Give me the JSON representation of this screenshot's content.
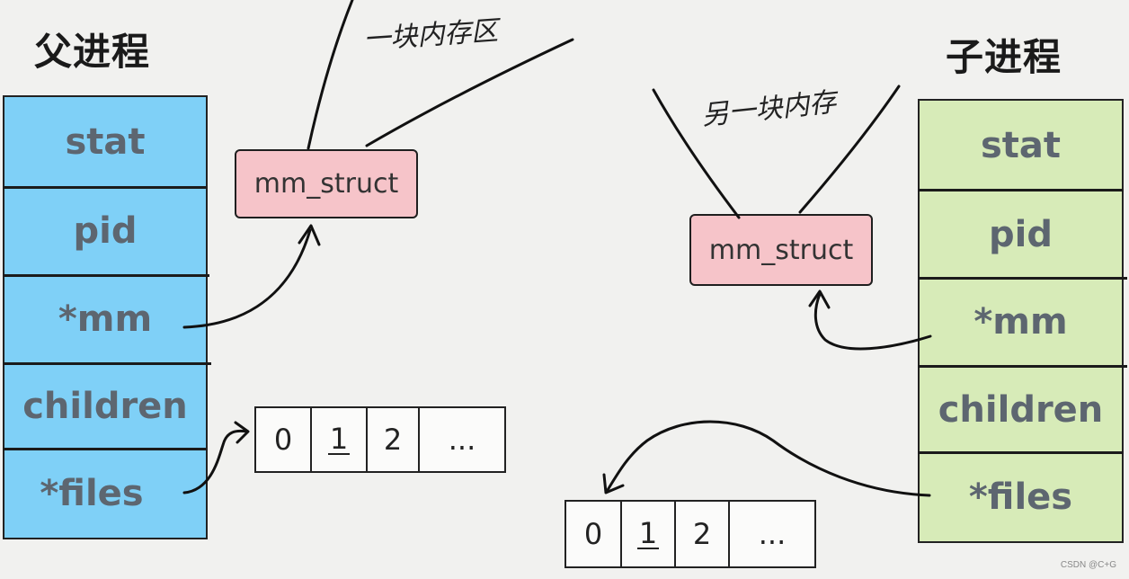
{
  "parent": {
    "title": "父进程",
    "fill": "#7fd0f7",
    "fields": [
      "stat",
      "pid",
      "*mm",
      "children",
      "*files"
    ],
    "mm_box": "mm_struct",
    "memory_note": "一块内存区",
    "fd_table": [
      "0",
      "1",
      "2",
      "..."
    ]
  },
  "child": {
    "title": "子进程",
    "fill": "#d7ebb8",
    "fields": [
      "stat",
      "pid",
      "*mm",
      "children",
      "*files"
    ],
    "mm_box": "mm_struct",
    "memory_note": "另一块内存",
    "fd_table": [
      "0",
      "1",
      "2",
      "..."
    ]
  },
  "colors": {
    "mm_fill": "#f6c4c9",
    "line": "#111111"
  },
  "watermark": "CSDN @C+G"
}
